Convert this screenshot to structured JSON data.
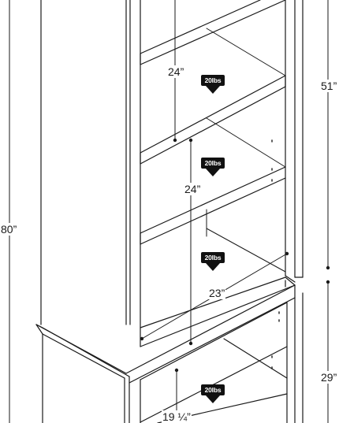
{
  "dimensions": {
    "shelf_spacing_upper": "24”",
    "shelf_spacing_middle": "24”",
    "upper_hutch_height": "51”",
    "total_height": "80”",
    "shelf_width": "23”",
    "lower_cabinet_height": "29”",
    "lower_shelf_spacing": "19 ¼”"
  },
  "load_badges": [
    {
      "label": "20lbs"
    },
    {
      "label": "20lbs"
    },
    {
      "label": "20lbs"
    },
    {
      "label": "20lbs"
    }
  ],
  "colors": {
    "line": "#1a1a1a",
    "badge_fill": "#111111",
    "badge_text": "#ffffff"
  }
}
